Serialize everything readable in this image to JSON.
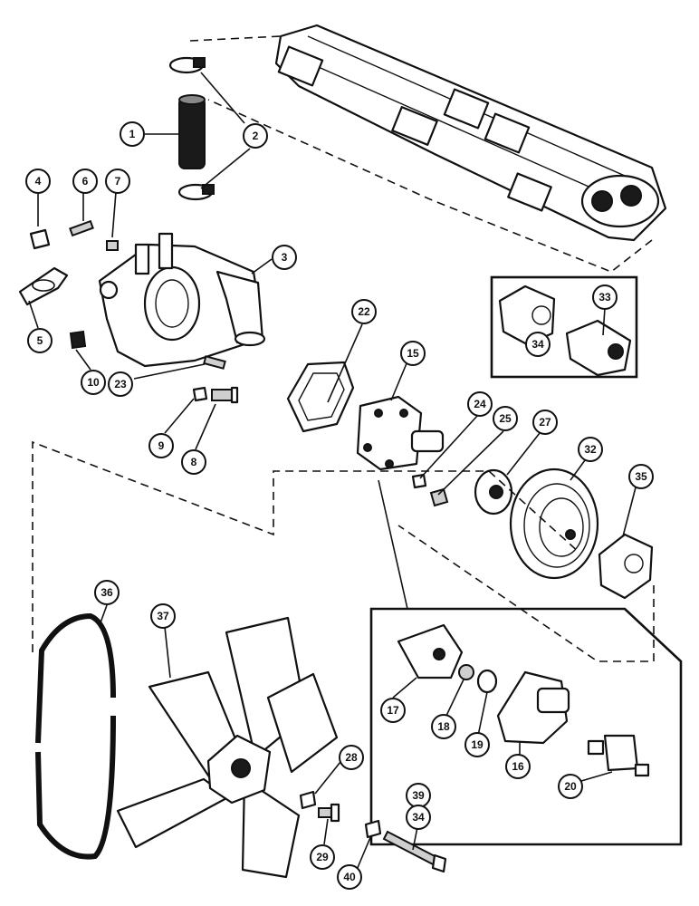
{
  "callouts": {
    "c1": "1",
    "c2": "2",
    "c3": "3",
    "c4": "4",
    "c5": "5",
    "c6": "6",
    "c7": "7",
    "c8": "8",
    "c9": "9",
    "c10": "10",
    "c15": "15",
    "c16": "16",
    "c17": "17",
    "c18": "18",
    "c19": "19",
    "c20": "20",
    "c22": "22",
    "c23": "23",
    "c24": "24",
    "c25": "25",
    "c27": "27",
    "c28": "28",
    "c29": "29",
    "c32": "32",
    "c33": "33",
    "c34": "34",
    "c34b": "34",
    "c35": "35",
    "c36": "36",
    "c37": "37",
    "c39": "39",
    "c40": "40"
  }
}
